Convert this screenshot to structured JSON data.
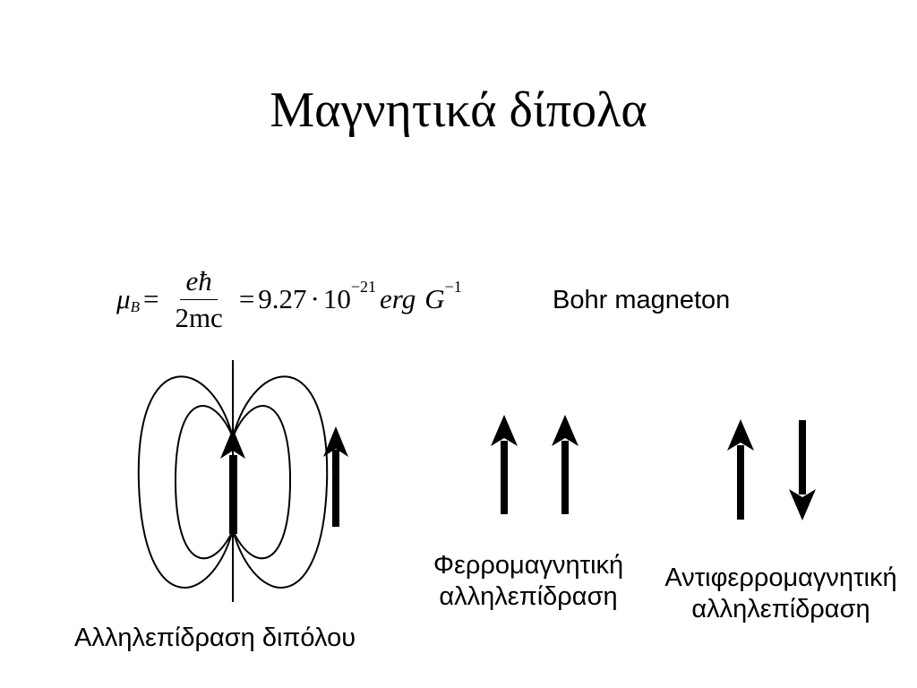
{
  "slide": {
    "title": "Μαγνητικά δίπολα",
    "formula": {
      "lhs_symbol": "μ",
      "lhs_subscript": "B",
      "numerator": "eħ",
      "denominator": "2mc",
      "mantissa": "9.27",
      "base": "10",
      "exponent": "−21",
      "unit_erg": "erg",
      "unit_gauss": "G",
      "unit_exponent": "−1",
      "label": "Bohr magneton"
    },
    "captions": {
      "dipole": "Αλληλεπίδραση διπόλου",
      "ferro_line1": "Φερρομαγνητική",
      "ferro_line2": "αλληλεπίδραση",
      "anti_line1": "Αντιφερρομαγνητική",
      "anti_line2": "αλληλεπίδραση"
    }
  }
}
